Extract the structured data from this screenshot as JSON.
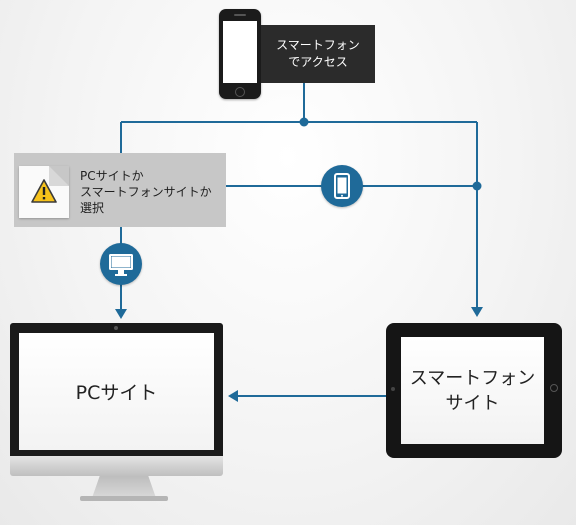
{
  "top_device": {
    "label": "スマートフォン\nでアクセス"
  },
  "warning": {
    "text": "PCサイトか\nスマートフォンサイトか\n選択"
  },
  "pc": {
    "label": "PCサイト"
  },
  "smartphone_site": {
    "label": "スマートフォン\nサイト"
  },
  "colors": {
    "connector": "#1f6a99",
    "icon_bg": "#1f6a99",
    "label_bg": "#2b2b2b",
    "warning_bg": "#c7c7c7"
  }
}
